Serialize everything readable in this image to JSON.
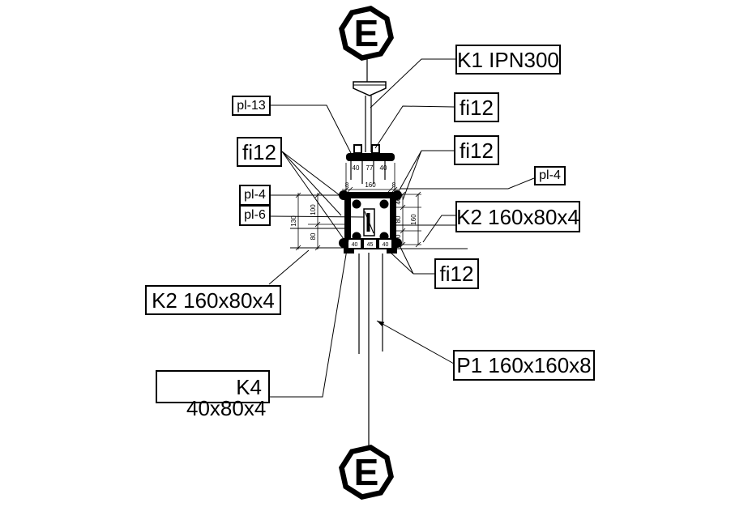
{
  "grid": {
    "top_marker": "E",
    "bottom_marker": "E"
  },
  "labels": {
    "k1": "K1 IPN300",
    "fi12_top_right": "fi12",
    "fi12_right": "fi12",
    "pl4_right": "pl-4",
    "pl13": "pl-13",
    "fi12_left": "fi12",
    "pl4_left": "pl-4",
    "pl6_left": "pl-6",
    "k2_right": "K2 160x80x4",
    "fi12_bottom": "fi12",
    "k2_left": "K2 160x80x4",
    "p1": "P1 160x160x8",
    "k4": "K4",
    "k4_size": "40x80x4"
  },
  "dimensions": {
    "top_bolts": [
      "40",
      "77",
      "40"
    ],
    "cap_plate": [
      "8",
      "160",
      "8"
    ],
    "right_side": [
      "40",
      "80",
      "40"
    ],
    "right_total": "160",
    "left_side": [
      "100",
      "80"
    ],
    "left_total": "130",
    "base": [
      "40",
      "45",
      "40"
    ]
  },
  "colors": {
    "line": "#000000",
    "background": "#ffffff"
  }
}
